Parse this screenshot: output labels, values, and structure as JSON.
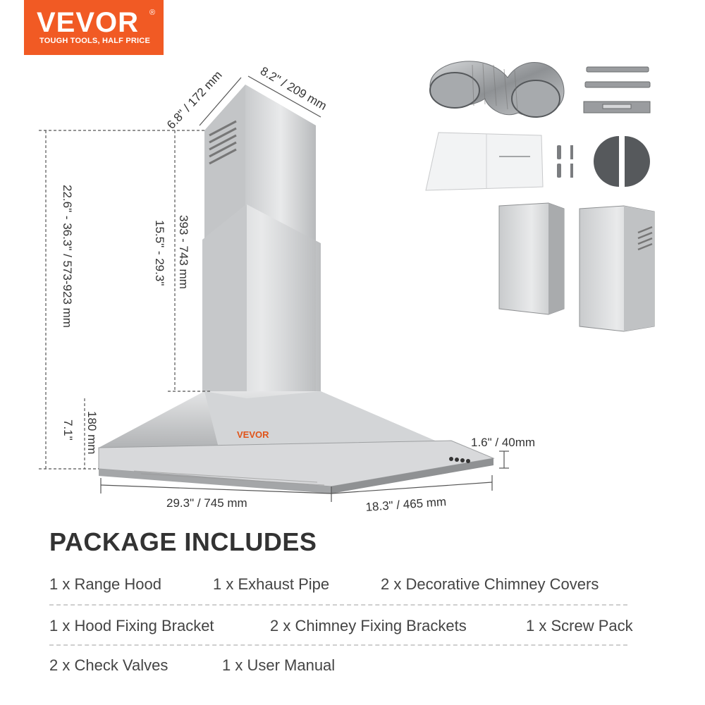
{
  "brand": {
    "name": "VEVOR",
    "registered": "®",
    "tagline": "TOUGH TOOLS, HALF PRICE",
    "color": "#f15a24"
  },
  "product": {
    "hood_label": "VEVOR"
  },
  "dimensions": {
    "chimney_depth": "6.8\" / 172 mm",
    "chimney_width": "8.2\" / 209 mm",
    "total_height": "22.6\" - 36.3\" / 573-923 mm",
    "chimney_height_in": "15.5\" - 29.3\"",
    "chimney_height_mm": "393 - 743 mm",
    "body_height_in": "7.1\"",
    "body_height_mm": "180 mm",
    "panel_height": "1.6\" / 40mm",
    "width": "29.3\" / 745 mm",
    "depth": "18.3\" / 465 mm"
  },
  "package": {
    "title": "PACKAGE INCLUDES",
    "rows": [
      [
        "1 x Range Hood",
        "1 x Exhaust Pipe",
        "2 x Decorative Chimney Covers"
      ],
      [
        "1 x Hood Fixing Bracket",
        "2 x Chimney Fixing Brackets",
        "1 x Screw Pack"
      ],
      [
        "2 x Check Valves",
        "1 x User Manual"
      ]
    ]
  }
}
